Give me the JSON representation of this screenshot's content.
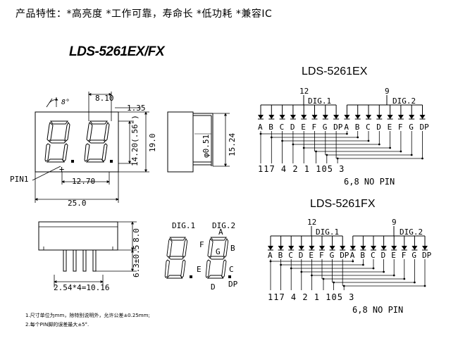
{
  "header": {
    "features": "产品特性：*高亮度 *工作可靠，寿命长 *低功耗 *兼容IC",
    "model": "LDS-5261EX/FX"
  },
  "front_view": {
    "angle": "8°",
    "pitch": "8.10",
    "seg_width": "1.35",
    "digit_height": "14.20(.56\")",
    "total_height": "19.0",
    "pin_spacing": "12.70",
    "total_width": "25.0",
    "pin1_label": "PIN1"
  },
  "side_view": {
    "pin_dia": "φ0.51",
    "depth": "15.24"
  },
  "bottom_view": {
    "body_height": "8.0",
    "pin_length": "6.3±0.5",
    "pin_pitch": "2.54*4=10.16"
  },
  "segment_diagram": {
    "dig1": "DIG.1",
    "dig2": "DIG.2",
    "labels": [
      "A",
      "F",
      "G",
      "B",
      "E",
      "C",
      "D",
      "DP"
    ]
  },
  "ex_circuit": {
    "title": "LDS-5261EX",
    "dig1_pin": "12",
    "dig1": "DIG.1",
    "dig2_pin": "9",
    "dig2": "DIG.2",
    "segments": [
      "A",
      "B",
      "C",
      "D",
      "E",
      "F",
      "G",
      "DP",
      "A",
      "B",
      "C",
      "D",
      "E",
      "F",
      "G",
      "DP"
    ],
    "bottom_pins": [
      "11",
      "7",
      "4",
      "2",
      "1",
      "10",
      "5",
      "3"
    ],
    "nc": "6,8 NO PIN"
  },
  "fx_circuit": {
    "title": "LDS-5261FX",
    "dig1_pin": "12",
    "dig1": "DIG.1",
    "dig2_pin": "9",
    "dig2": "DIG.2",
    "segments": [
      "A",
      "B",
      "C",
      "D",
      "E",
      "F",
      "G",
      "DP",
      "A",
      "B",
      "C",
      "D",
      "E",
      "F",
      "G",
      "DP"
    ],
    "bottom_pins": [
      "11",
      "7",
      "4",
      "2",
      "1",
      "10",
      "5",
      "3"
    ],
    "nc": "6,8 NO PIN"
  },
  "notes": {
    "n1": "1.尺寸单位为mm，除特别说明外，允许公差±0.25mm;",
    "n2": "2.每个PIN脚的误差最大±5°."
  }
}
